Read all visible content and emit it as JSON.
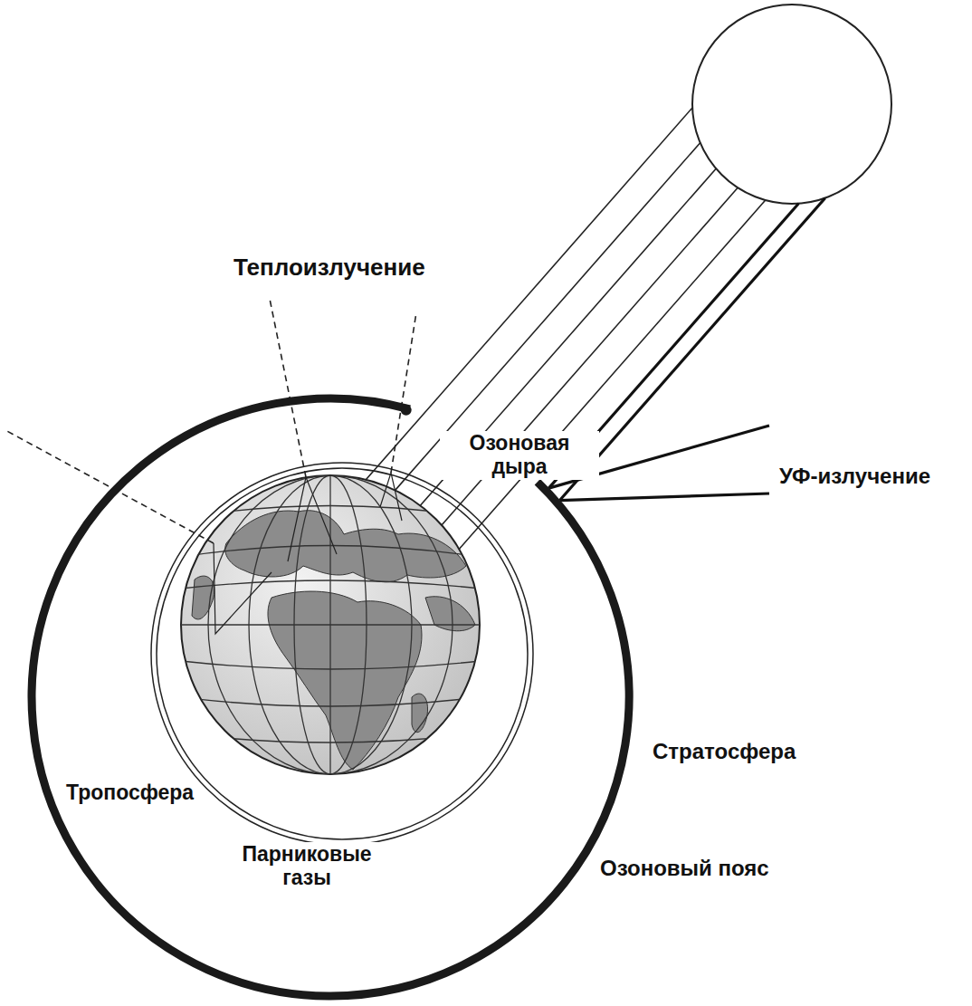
{
  "diagram": {
    "labels": [
      "Теплоизлучение",
      "Озоновая дыра",
      "УФ-излучение",
      "Стратосфера",
      "Тропосфера",
      "Парниковые газы",
      "Озоновый пояс"
    ]
  }
}
